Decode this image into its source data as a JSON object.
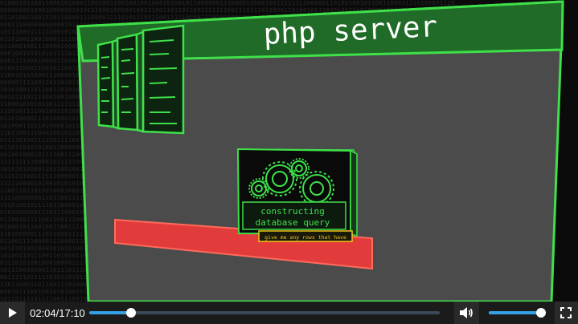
{
  "video": {
    "title_text": "php server",
    "process_line1": "constructing",
    "process_line2": "database query",
    "query_label": "give me any rows that have"
  },
  "player": {
    "time_display": "02:04/17:10",
    "progress_fraction": 0.12,
    "volume_fraction": 0.93,
    "play_icon": "play-icon",
    "volume_icon": "speaker-icon",
    "fullscreen_icon": "fullscreen-icon"
  },
  "colors": {
    "accent_green": "#3fe04a",
    "panel_gray": "#4a4a4a",
    "bar_red": "#e23b3b",
    "label_yellow": "#f0c419",
    "progress_blue": "#35a0e6"
  }
}
